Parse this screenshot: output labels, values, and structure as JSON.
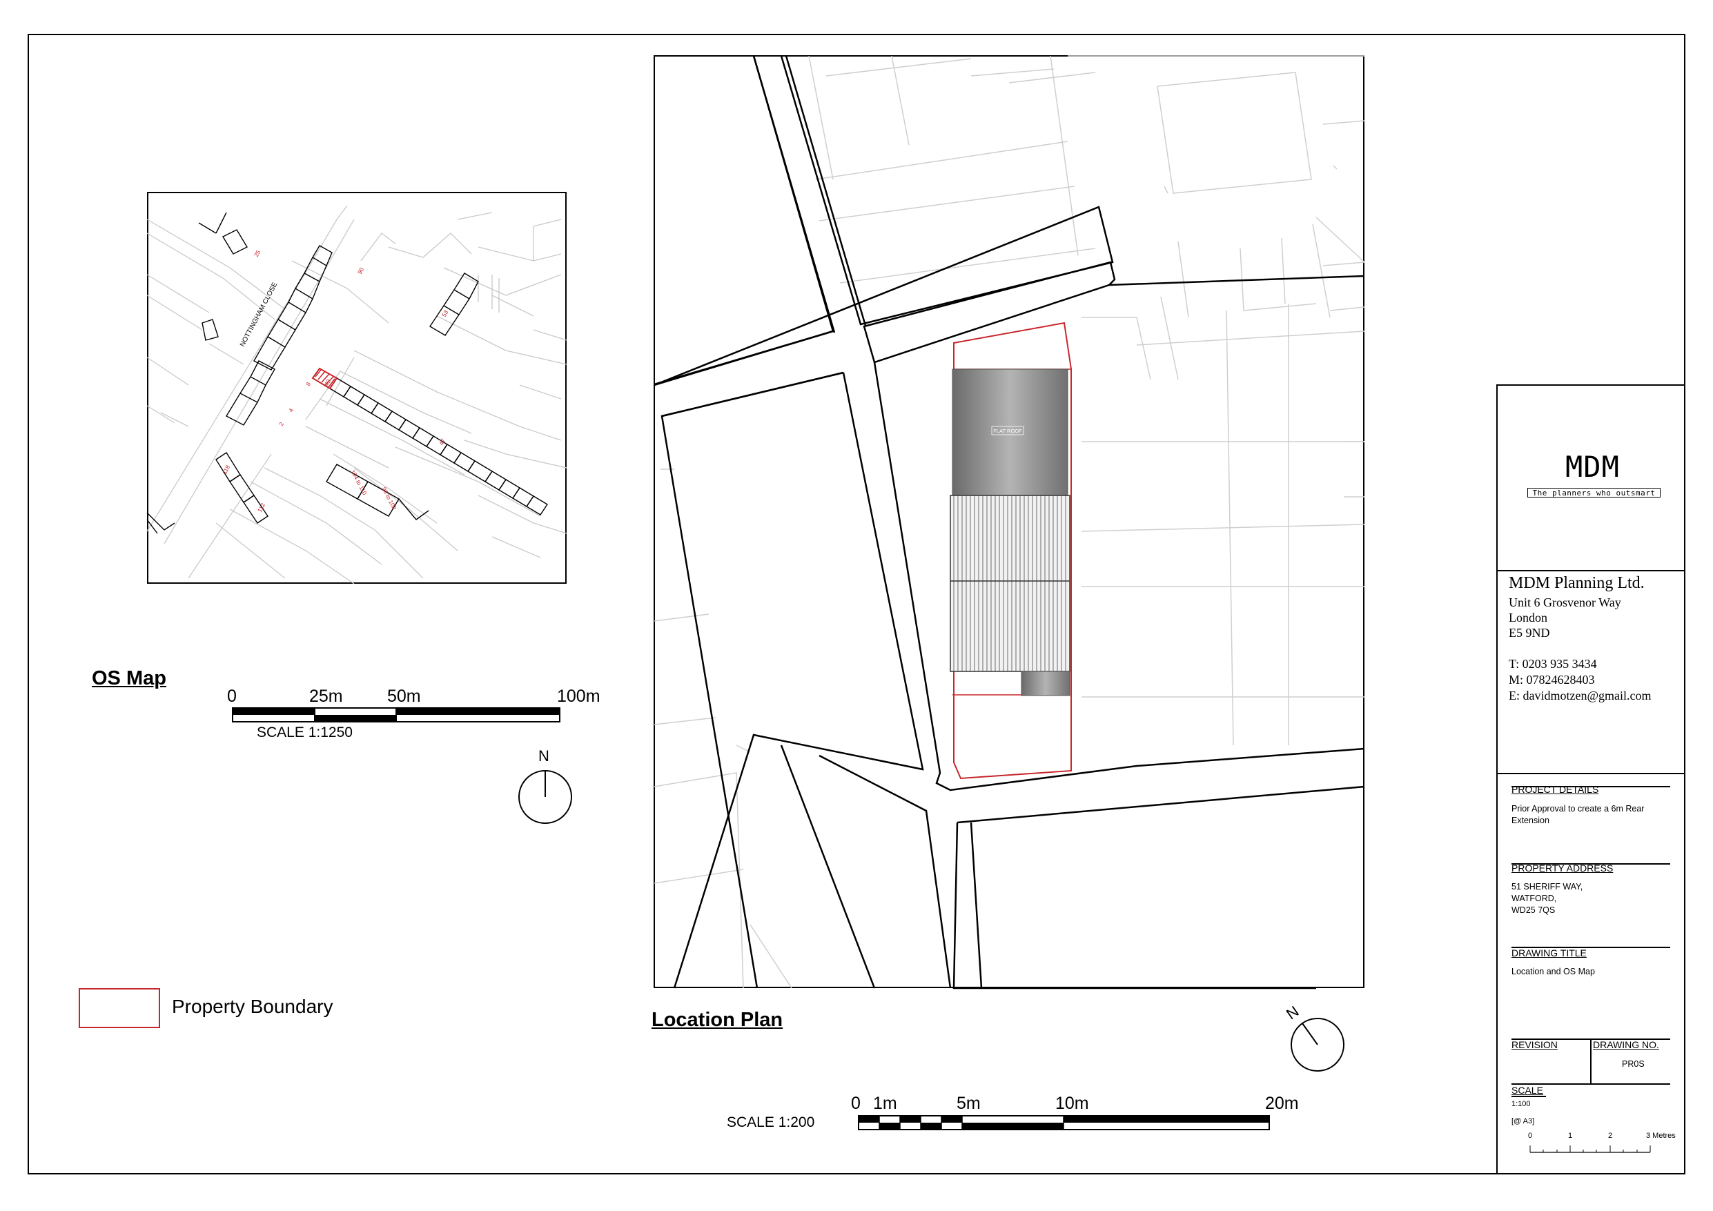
{
  "os_map": {
    "heading": "OS Map",
    "street_label": "NOTTINGHAM CLOSE",
    "house_numbers": [
      "25",
      "90",
      "53",
      "49",
      "47",
      "8",
      "2",
      "4",
      "118",
      "112",
      "104 to 110",
      "96 to 102"
    ],
    "scale_marks": [
      "0",
      "25m",
      "50m",
      "100m"
    ],
    "scale_caption": "SCALE 1:1250",
    "north_label": "N"
  },
  "legend": {
    "label": "Property Boundary",
    "color": "#c8262b"
  },
  "location_plan": {
    "heading": "Location Plan",
    "roof_label": "FLAT ROOF",
    "scale_marks": [
      "0",
      "1m",
      "5m",
      "10m",
      "20m"
    ],
    "scale_caption": "SCALE 1:200",
    "north_label": "N"
  },
  "title_block": {
    "logo": "MDM",
    "tagline": "The planners who outsmart",
    "company": "MDM Planning Ltd.",
    "address_lines": [
      "Unit 6 Grosvenor Way",
      "London",
      "E5 9ND"
    ],
    "phone": "T: 0203 935 3434",
    "mobile": "M: 07824628403",
    "email": "E: davidmotzen@gmail.com",
    "project_details_label": "PROJECT DETAILS",
    "project_details": [
      "Prior Approval to create a 6m Rear",
      "Extension"
    ],
    "property_address_label": "PROPERTY ADDRESS",
    "property_address": [
      "51 SHERIFF WAY,",
      "WATFORD,",
      "WD25 7QS"
    ],
    "drawing_title_label": "DRAWING TITLE",
    "drawing_title": "Location and OS Map",
    "revision_label": "REVISION",
    "drawing_no_label": "DRAWING NO.",
    "drawing_no": "PR0S",
    "scale_label": "SCALE",
    "scale_value": "1:100",
    "paper_size": "[@ A3]",
    "bar_marks": [
      "0",
      "1",
      "2",
      "3 Metres"
    ]
  }
}
